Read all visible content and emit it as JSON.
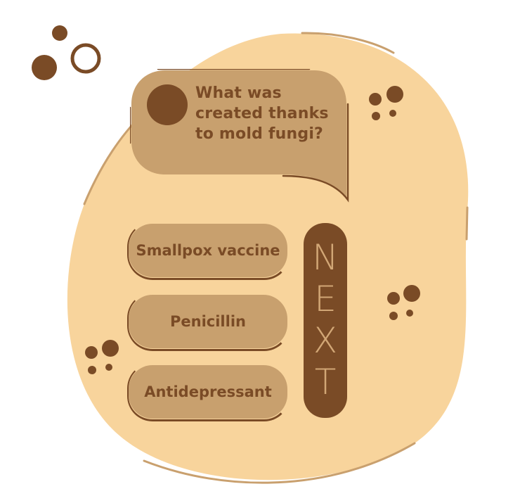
{
  "question": {
    "text": "What was created thanks to mold fungi?"
  },
  "options": [
    {
      "label": "Smallpox vaccine"
    },
    {
      "label": "Penicillin"
    },
    {
      "label": "Antidepressant"
    }
  ],
  "next_button": {
    "letters": [
      "N",
      "E",
      "X",
      "T"
    ]
  },
  "icons": {
    "avatar": "avatar-circle-icon"
  },
  "colors": {
    "blob": "#f8d49c",
    "blob_outline": "#c9a06e",
    "bubble": "#c8a06e",
    "option": "#c8a06e",
    "dark": "#7a4b26",
    "next_letters": "#d2a776",
    "text": "#7a4b26"
  }
}
